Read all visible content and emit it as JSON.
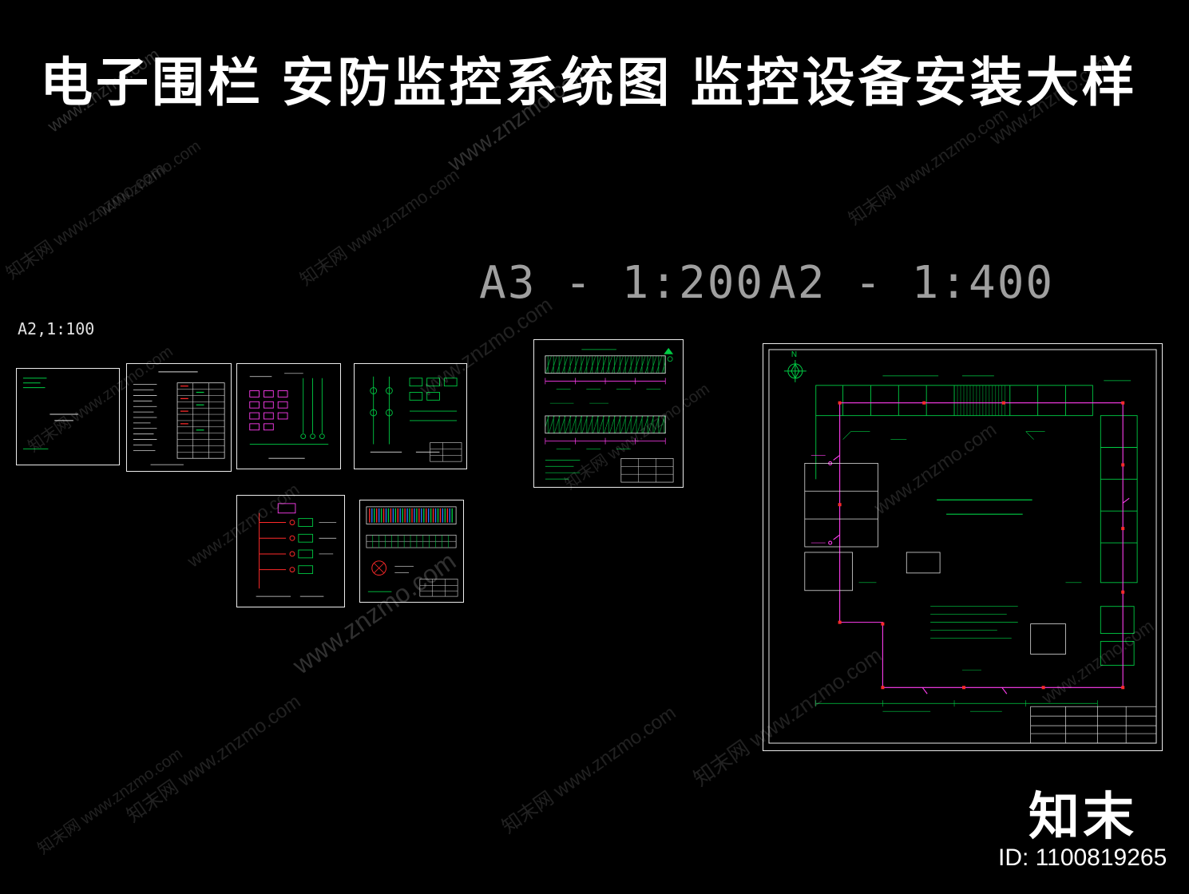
{
  "page": {
    "title": "电子围栏 安防监控系统图 监控设备安装大样",
    "background": "#000000"
  },
  "scale_labels": {
    "small": "A2,1:100",
    "a3": "A3 - 1:200",
    "a2": "A2 - 1:400"
  },
  "watermark": {
    "short": "www.znzmo.com",
    "cn": "知末网",
    "full": "知末网 www.znzmo.com",
    "opacity": 0.13
  },
  "branding": {
    "logo": "知末",
    "id": "ID: 1100819265"
  },
  "site_plan": {
    "compass_label": "N"
  },
  "colors": {
    "background": "#000000",
    "title_text": "#ffffff",
    "scale_text": "#9f9f9f",
    "watermark_text": "#ffffff",
    "panel_border": "#ececec",
    "cad_green": "#00cc44",
    "cad_magenta": "#ff3df0",
    "cad_red": "#ff2a2a",
    "cad_blue": "#2979ff",
    "cad_white": "#e8e8e8"
  },
  "panels": [
    {
      "key": "p1",
      "name": "legend-note-panel"
    },
    {
      "key": "p2",
      "name": "device-schedule-panel"
    },
    {
      "key": "p3",
      "name": "system-diagram-panel"
    },
    {
      "key": "p4",
      "name": "wiring-diagram-panel"
    },
    {
      "key": "p5",
      "name": "power-distribution-panel"
    },
    {
      "key": "p6",
      "name": "install-detail-panel"
    },
    {
      "key": "p7",
      "name": "fence-elevation-panel"
    },
    {
      "key": "p8",
      "name": "site-plan-panel"
    }
  ]
}
